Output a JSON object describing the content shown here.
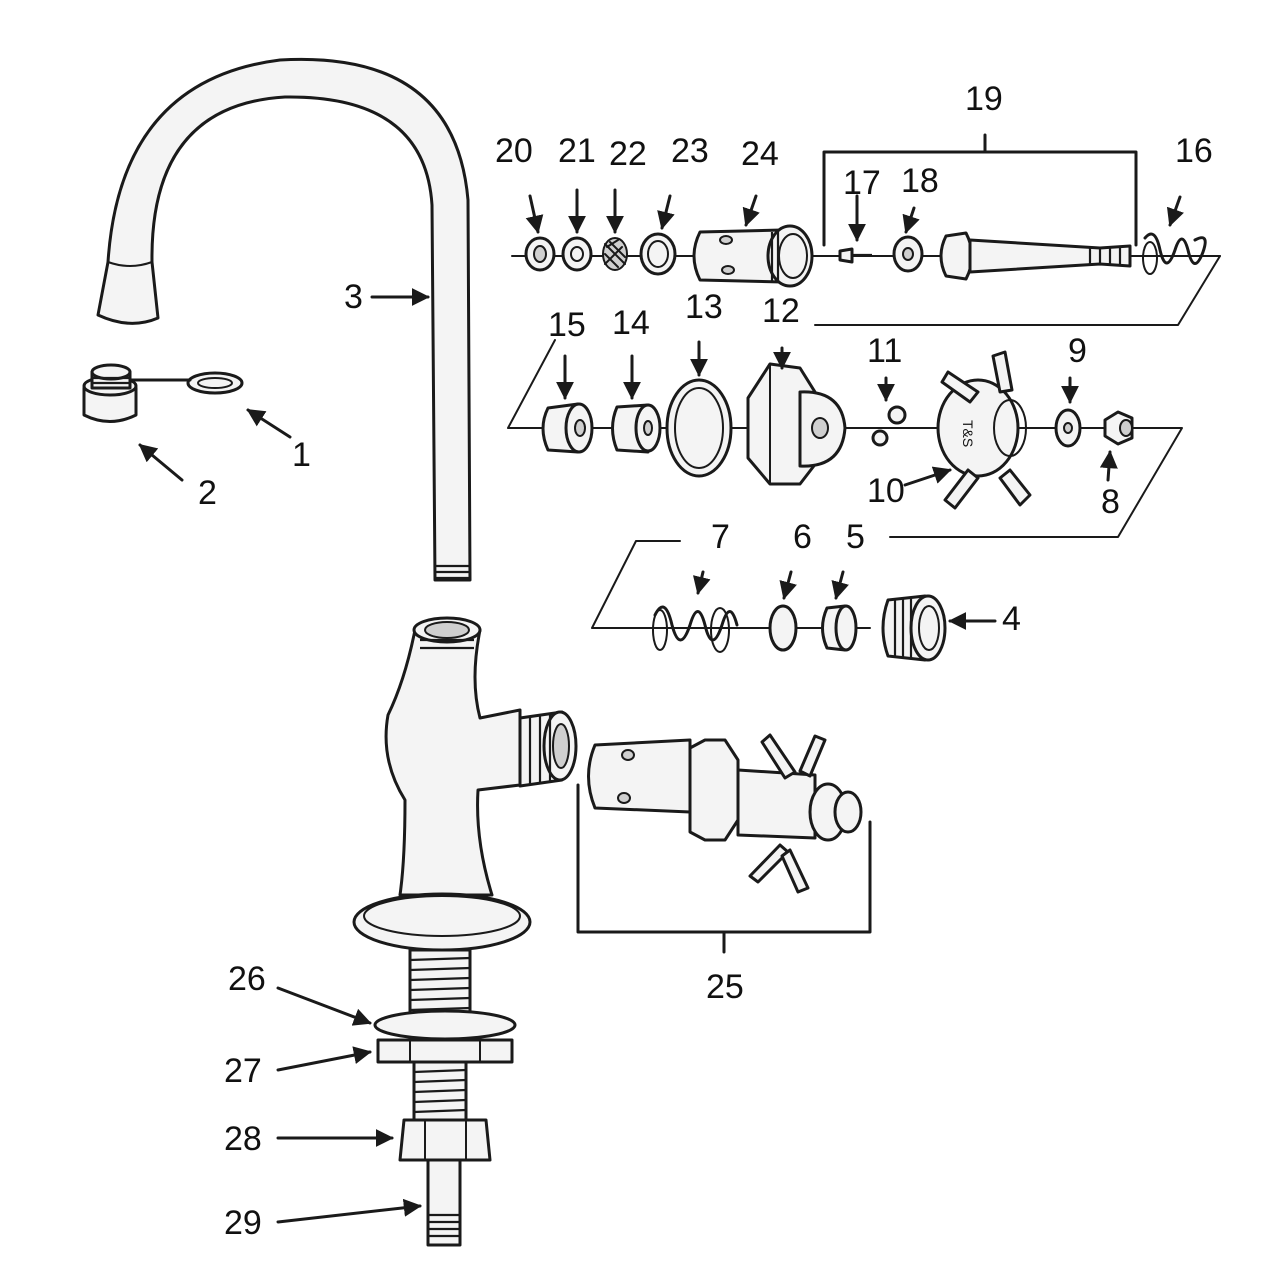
{
  "diagram": {
    "callouts": [
      {
        "id": "1",
        "text": "1"
      },
      {
        "id": "2",
        "text": "2"
      },
      {
        "id": "3",
        "text": "3"
      },
      {
        "id": "4",
        "text": "4"
      },
      {
        "id": "5",
        "text": "5"
      },
      {
        "id": "6",
        "text": "6"
      },
      {
        "id": "7",
        "text": "7"
      },
      {
        "id": "8",
        "text": "8"
      },
      {
        "id": "9",
        "text": "9"
      },
      {
        "id": "10",
        "text": "10"
      },
      {
        "id": "11",
        "text": "11"
      },
      {
        "id": "12",
        "text": "12"
      },
      {
        "id": "13",
        "text": "13"
      },
      {
        "id": "14",
        "text": "14"
      },
      {
        "id": "15",
        "text": "15"
      },
      {
        "id": "16",
        "text": "16"
      },
      {
        "id": "17",
        "text": "17"
      },
      {
        "id": "18",
        "text": "18"
      },
      {
        "id": "19",
        "text": "19"
      },
      {
        "id": "20",
        "text": "20"
      },
      {
        "id": "21",
        "text": "21"
      },
      {
        "id": "22",
        "text": "22"
      },
      {
        "id": "23",
        "text": "23"
      },
      {
        "id": "24",
        "text": "24"
      },
      {
        "id": "25",
        "text": "25"
      },
      {
        "id": "26",
        "text": "26"
      },
      {
        "id": "27",
        "text": "27"
      },
      {
        "id": "28",
        "text": "28"
      },
      {
        "id": "29",
        "text": "29"
      }
    ],
    "handle_stamp": "T&S"
  }
}
